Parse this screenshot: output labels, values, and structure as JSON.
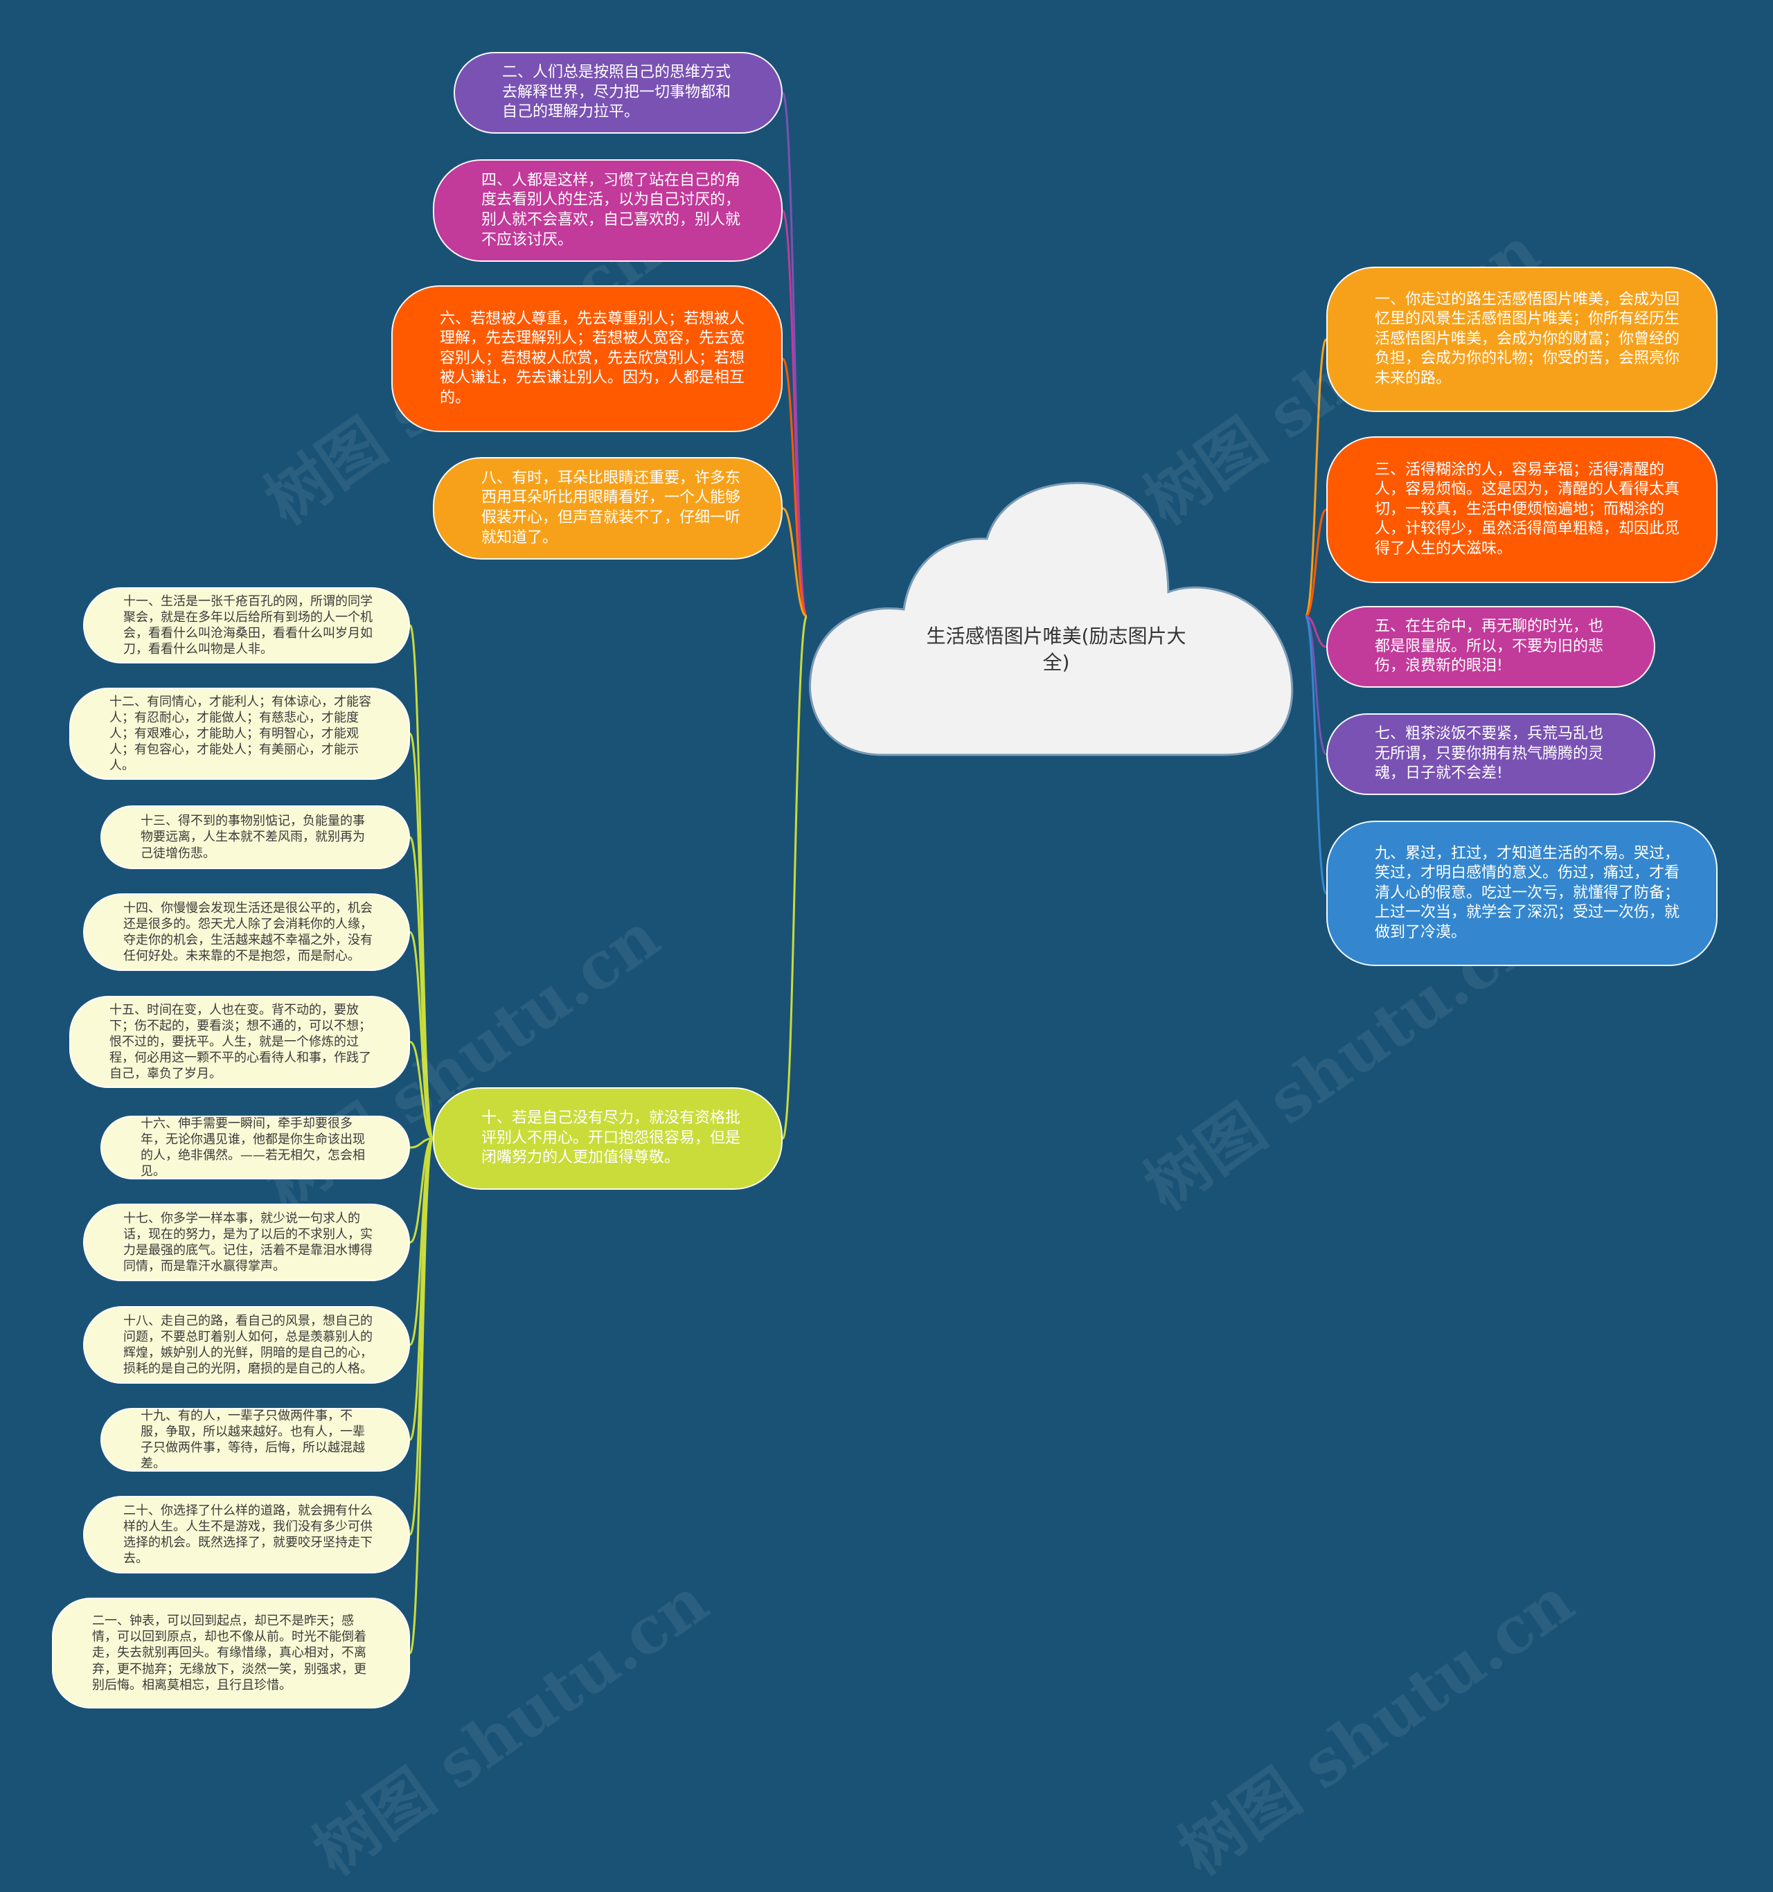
{
  "title": "生活感悟图片唯美(励志图片大全)",
  "watermark": "树图 shutu.cn",
  "colors": {
    "background": "#1a5276",
    "center_fill": "#f2f2f2",
    "leaf_fill": "#fafad6",
    "purple": "#7a52b3",
    "magenta": "#c23a9a",
    "orange_red": "#ff5a00",
    "orange": "#f7a11a",
    "yellow_green": "#c9dc3a",
    "blue": "#3487cf"
  },
  "right_branches": [
    {
      "text": "一、你走过的路生活感悟图片唯美，会成为回忆里的风景生活感悟图片唯美；你所有经历生活感悟图片唯美，会成为你的财富；你曾经的负担，会成为你的礼物；你受的苦，会照亮你未来的路。",
      "color": "orange"
    },
    {
      "text": "三、活得糊涂的人，容易幸福；活得清醒的人，容易烦恼。这是因为，清醒的人看得太真切，一较真，生活中便烦恼遍地；而糊涂的人，计较得少，虽然活得简单粗糙，却因此觅得了人生的大滋味。",
      "color": "orange_red"
    },
    {
      "text": "五、在生命中，再无聊的时光，也都是限量版。所以，不要为旧的悲伤，浪费新的眼泪!",
      "color": "magenta"
    },
    {
      "text": "七、粗茶淡饭不要紧，兵荒马乱也无所谓，只要你拥有热气腾腾的灵魂，日子就不会差!",
      "color": "purple"
    },
    {
      "text": "九、累过，扛过，才知道生活的不易。哭过，笑过，才明白感情的意义。伤过，痛过，才看清人心的假意。吃过一次亏，就懂得了防备；上过一次当，就学会了深沉；受过一次伤，就做到了冷漠。",
      "color": "blue"
    }
  ],
  "left_branches": [
    {
      "text": "二、人们总是按照自己的思维方式去解释世界，尽力把一切事物都和自己的理解力拉平。",
      "color": "purple"
    },
    {
      "text": "四、人都是这样，习惯了站在自己的角度去看别人的生活，以为自己讨厌的，别人就不会喜欢，自己喜欢的，别人就不应该讨厌。",
      "color": "magenta"
    },
    {
      "text": "六、若想被人尊重，先去尊重别人；若想被人理解，先去理解别人；若想被人宽容，先去宽容别人；若想被人欣赏，先去欣赏别人；若想被人谦让，先去谦让别人。因为，人都是相互的。",
      "color": "orange_red"
    },
    {
      "text": "八、有时，耳朵比眼睛还重要，许多东西用耳朵听比用眼睛看好，一个人能够假装开心，但声音就装不了，仔细一听就知道了。",
      "color": "orange"
    },
    {
      "text": "十、若是自己没有尽力，就没有资格批评别人不用心。开口抱怨很容易，但是闭嘴努力的人更加值得尊敬。",
      "color": "yellow_green"
    }
  ],
  "sub_items": [
    "十一、生活是一张千疮百孔的网，所谓的同学聚会，就是在多年以后给所有到场的人一个机会，看看什么叫沧海桑田，看看什么叫岁月如刀，看看什么叫物是人非。",
    "十二、有同情心，才能利人；有体谅心，才能容人；有忍耐心，才能做人；有慈悲心，才能度人；有艰难心，才能助人；有明智心，才能观人；有包容心，才能处人；有美丽心，才能示人。",
    "十三、得不到的事物别惦记，负能量的事物要远离，人生本就不差风雨，就别再为己徒增伤悲。",
    "十四、你慢慢会发现生活还是很公平的，机会还是很多的。怨天尤人除了会消耗你的人缘，夺走你的机会，生活越来越不幸福之外，没有任何好处。未来靠的不是抱怨，而是耐心。",
    "十五、时间在变，人也在变。背不动的，要放下；伤不起的，要看淡；想不通的，可以不想；恨不过的，要抚平。人生，就是一个修炼的过程，何必用这一颗不平的心看待人和事，作践了自己，辜负了岁月。",
    "十六、伸手需要一瞬间，牵手却要很多年，无论你遇见谁，他都是你生命该出现的人，绝非偶然。——若无相欠，怎会相见。",
    "十七、你多学一样本事，就少说一句求人的话，现在的努力，是为了以后的不求别人，实力是最强的底气。记住，活着不是靠泪水博得同情，而是靠汗水赢得掌声。",
    "十八、走自己的路，看自己的风景，想自己的问题，不要总盯着别人如何，总是羡慕别人的辉煌，嫉妒别人的光鲜，阴暗的是自己的心，损耗的是自己的光阴，磨损的是自己的人格。",
    "十九、有的人，一辈子只做两件事，不服，争取，所以越来越好。也有人，一辈子只做两件事，等待，后悔，所以越混越差。",
    "二十、你选择了什么样的道路，就会拥有什么样的人生。人生不是游戏，我们没有多少可供选择的机会。既然选择了，就要咬牙坚持走下去。",
    "二一、钟表，可以回到起点，却已不是昨天；感情，可以回到原点，却也不像从前。时光不能倒着走，失去就别再回头。有缘惜缘，真心相对，不离弃，更不抛弃；无缘放下，淡然一笑，别强求，更别后悔。相离莫相忘，且行且珍惜。"
  ]
}
